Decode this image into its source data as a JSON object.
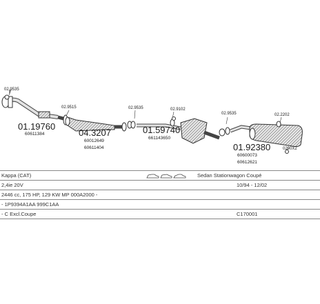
{
  "diagram": {
    "parts": [
      {
        "number": "01.19760",
        "oem": "60611384"
      },
      {
        "number": "04.3207",
        "oem1": "60012649",
        "oem2": "60611404"
      },
      {
        "number": "01.59740",
        "oem": "661143650"
      },
      {
        "number": "01.92380",
        "oem1": "60600073",
        "oem2": "60612621"
      }
    ],
    "small_parts": [
      "02.9535",
      "02.9515",
      "02.9535",
      "02.9102",
      "02.9535",
      "02.2202",
      "0290X2"
    ]
  },
  "table": {
    "row1": {
      "model": "Kappa (CAT)",
      "body_type": "Sedan Stationwagon Coupé"
    },
    "row2": {
      "engine": "2,4ie 20V",
      "dates": "10/94 - 12/02"
    },
    "row3": {
      "specs": "2446 cc, 175 HP, 129 KW MP 000A2000 -"
    },
    "row4": {
      "codes": "- 1P9394A1AA 999C1AA"
    },
    "row5": {
      "note": "- C Excl.Coupe",
      "code": "C170001"
    }
  },
  "colors": {
    "line": "#333333",
    "rule": "#888888",
    "pipe_fill": "#d8d8d8",
    "box_fill": "#eeeeee"
  }
}
